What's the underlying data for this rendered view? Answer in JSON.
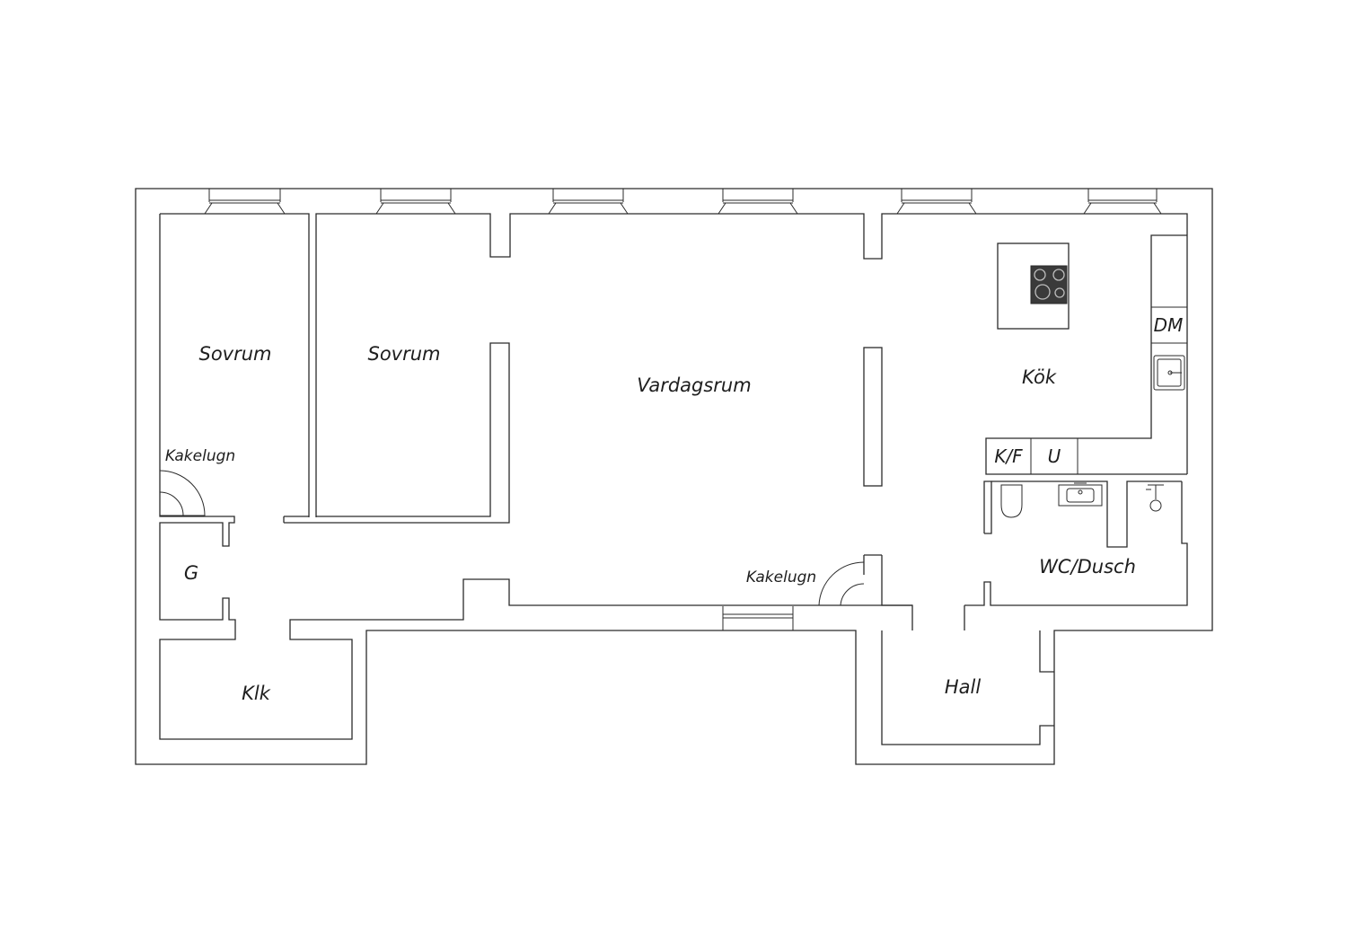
{
  "plan": {
    "rooms": {
      "sovrum_1": "Sovrum",
      "sovrum_2": "Sovrum",
      "vardagsrum": "Vardagsrum",
      "kok": "Kök",
      "klk": "Klk",
      "g": "G",
      "hall": "Hall",
      "wc_dusch": "WC/Dusch"
    },
    "fixtures": {
      "kakelugn_left": "Kakelugn",
      "kakelugn_center": "Kakelugn",
      "kf": "K/F",
      "u": "U",
      "dm": "DM"
    },
    "colors": {
      "line": "#2b2b2b",
      "background": "#ffffff",
      "cooktop": "#3a3a3a"
    }
  }
}
